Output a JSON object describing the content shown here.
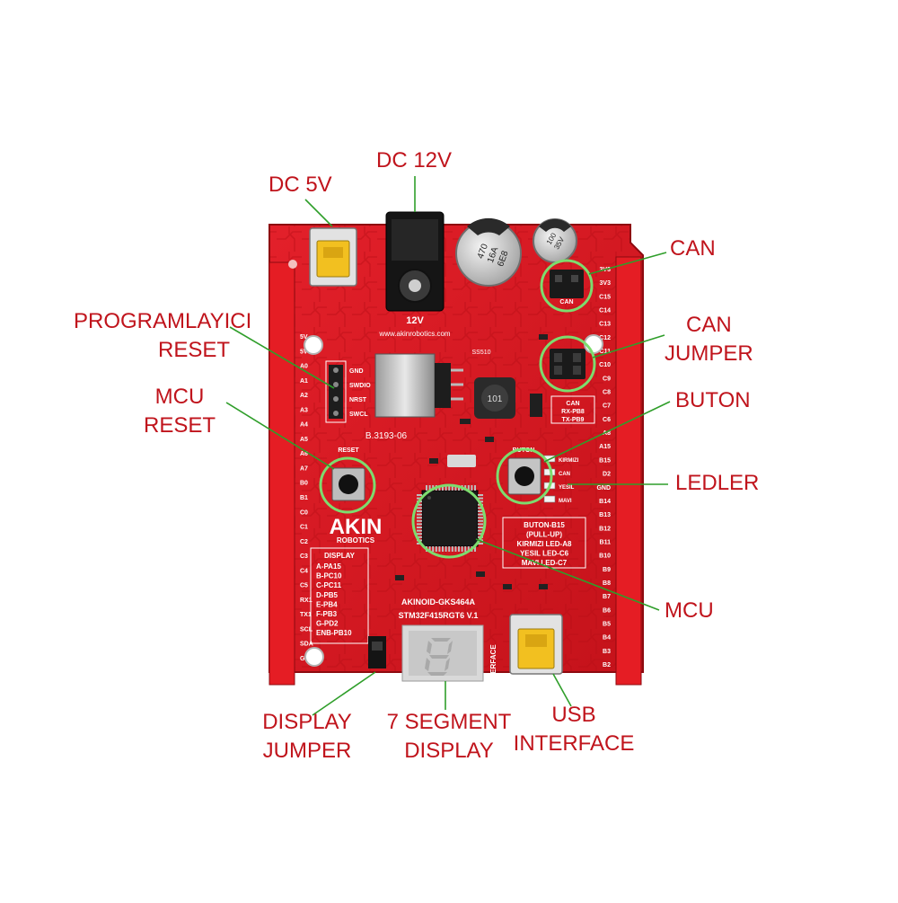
{
  "callouts": {
    "dc5v": [
      "DC 5V"
    ],
    "dc12v": [
      "DC 12V"
    ],
    "can": [
      "CAN"
    ],
    "can_jumper": [
      "CAN",
      "JUMPER"
    ],
    "prog_reset": [
      "PROGRAMLAYICI",
      "RESET"
    ],
    "mcu_reset": [
      "MCU",
      "RESET"
    ],
    "buton": [
      "BUTON"
    ],
    "ledler": [
      "LEDLER"
    ],
    "mcu": [
      "MCU"
    ],
    "display_jumper": [
      "DISPLAY",
      "JUMPER"
    ],
    "seg_display": [
      "7 SEGMENT",
      "DISPLAY"
    ],
    "usb_interface": [
      "USB",
      "INTERFACE"
    ]
  },
  "board": {
    "dc12v_label": "12V",
    "website": "www.akinrobotics.com",
    "cap_big": [
      "470",
      "16A",
      "6E8"
    ],
    "cap_small": [
      "100",
      "35V"
    ],
    "reset_label": "RESET",
    "buton_label": "BUTON",
    "board_code": "B.3193-06",
    "part_code": "SS510",
    "inductor_label": "101",
    "can_label": "CAN",
    "can_pins": [
      "RX-PB8",
      "TX-PB9"
    ],
    "logo_main": "AKIN",
    "logo_sub": "ROBOTICS",
    "board_name": "AKINOID-GKS464A",
    "mcu_name": "STM32F415RGT6 V.1",
    "interface_label": "INTERFACE",
    "swd_pins": [
      "GND",
      "SWDIO",
      "NRST",
      "SWCL"
    ],
    "display_title": "DISPLAY",
    "display_pins": [
      "A-PA15",
      "B-PC10",
      "C-PC11",
      "D-PB5",
      "E-PB4",
      "F-PB3",
      "G-PD2",
      "ENB-PB10"
    ],
    "button_info": [
      "BUTON-B15",
      "(PULL-UP)",
      "KIRMIZI LED-A8",
      "YESIL LED-C6",
      "MAVI LED-C7"
    ],
    "led_labels": [
      "KIRMIZI",
      "CAN",
      "YESIL",
      "MAVI"
    ],
    "left_pins": [
      "5V",
      "5V",
      "A0",
      "A1",
      "A2",
      "A3",
      "A4",
      "A5",
      "A6",
      "A7",
      "B0",
      "B1",
      "C0",
      "C1",
      "C2",
      "C3",
      "C4",
      "C5",
      "RX1",
      "TX1",
      "SCL",
      "SDA",
      "GND"
    ],
    "right_pins": [
      "3V3",
      "3V3",
      "C15",
      "C14",
      "C13",
      "C12",
      "C11",
      "C10",
      "C9",
      "C8",
      "C7",
      "C6",
      "A8",
      "A15",
      "B15",
      "D2",
      "GND",
      "B14",
      "B13",
      "B12",
      "B11",
      "B10",
      "B9",
      "B8",
      "B7",
      "B6",
      "B5",
      "B4",
      "B3",
      "B2"
    ]
  },
  "colors": {
    "pcb": "#d8161e",
    "pcb_dark": "#a50e14",
    "callout_text": "#c0141c",
    "highlight_circle": "#7ddc6e",
    "leader_line": "#2f9e2a"
  }
}
